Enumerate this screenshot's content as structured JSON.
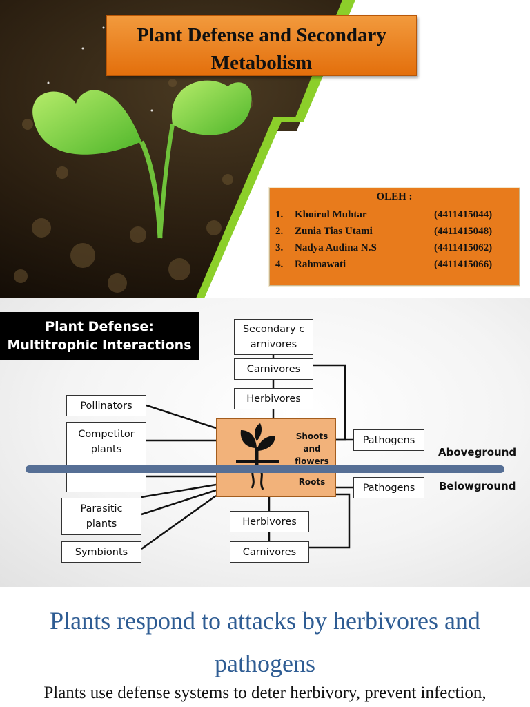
{
  "slide1": {
    "title_line1": "Plant Defense and Secondary",
    "title_line2": "Metabolism",
    "members_heading": "OLEH :",
    "members": [
      {
        "num": "1.",
        "name": "Khoirul Muhtar",
        "id": "(4411415044)"
      },
      {
        "num": "2.",
        "name": "Zunia Tias Utami",
        "id": "(4411415048)"
      },
      {
        "num": "3.",
        "name": "Nadya Audina N.S",
        "id": "(4411415062)"
      },
      {
        "num": "4.",
        "name": "Rahmawati",
        "id": "(4411415066)"
      }
    ],
    "accent_color": "#e87b1c",
    "stripe_color": "#8ccf2a"
  },
  "slide2": {
    "title_line1": "Plant Defense:",
    "title_line2": "Multitrophic Interactions",
    "top_boxes": {
      "secondary_carnivores_line1": "Secondary c",
      "secondary_carnivores_line2": "arnivores",
      "carnivores": "Carnivores",
      "herbivores": "Herbivores"
    },
    "left_boxes": {
      "pollinators": "Pollinators",
      "competitor_line1": "Competitor",
      "competitor_line2": "plants",
      "parasitic_line1": "Parasitic",
      "parasitic_line2": "plants",
      "symbionts": "Symbionts"
    },
    "right_boxes": {
      "pathogens_above": "Pathogens",
      "pathogens_below": "Pathogens"
    },
    "bottom_boxes": {
      "herbivores": "Herbivores",
      "carnivores": "Carnivores"
    },
    "center": {
      "shoots_line1": "Shoots",
      "shoots_line2": "and",
      "shoots_line3": "flowers",
      "roots": "Roots",
      "fill_color": "#f2b27a"
    },
    "aboveground": "Aboveground",
    "belowground": "Belowground",
    "ground_line_color": "#566f95"
  },
  "slide3": {
    "heading_line1": "Plants respond to attacks by herbivores and",
    "heading_line2": "pathogens",
    "body": "Plants use defense systems to deter herbivory, prevent infection,",
    "heading_color": "#2e5c93"
  }
}
